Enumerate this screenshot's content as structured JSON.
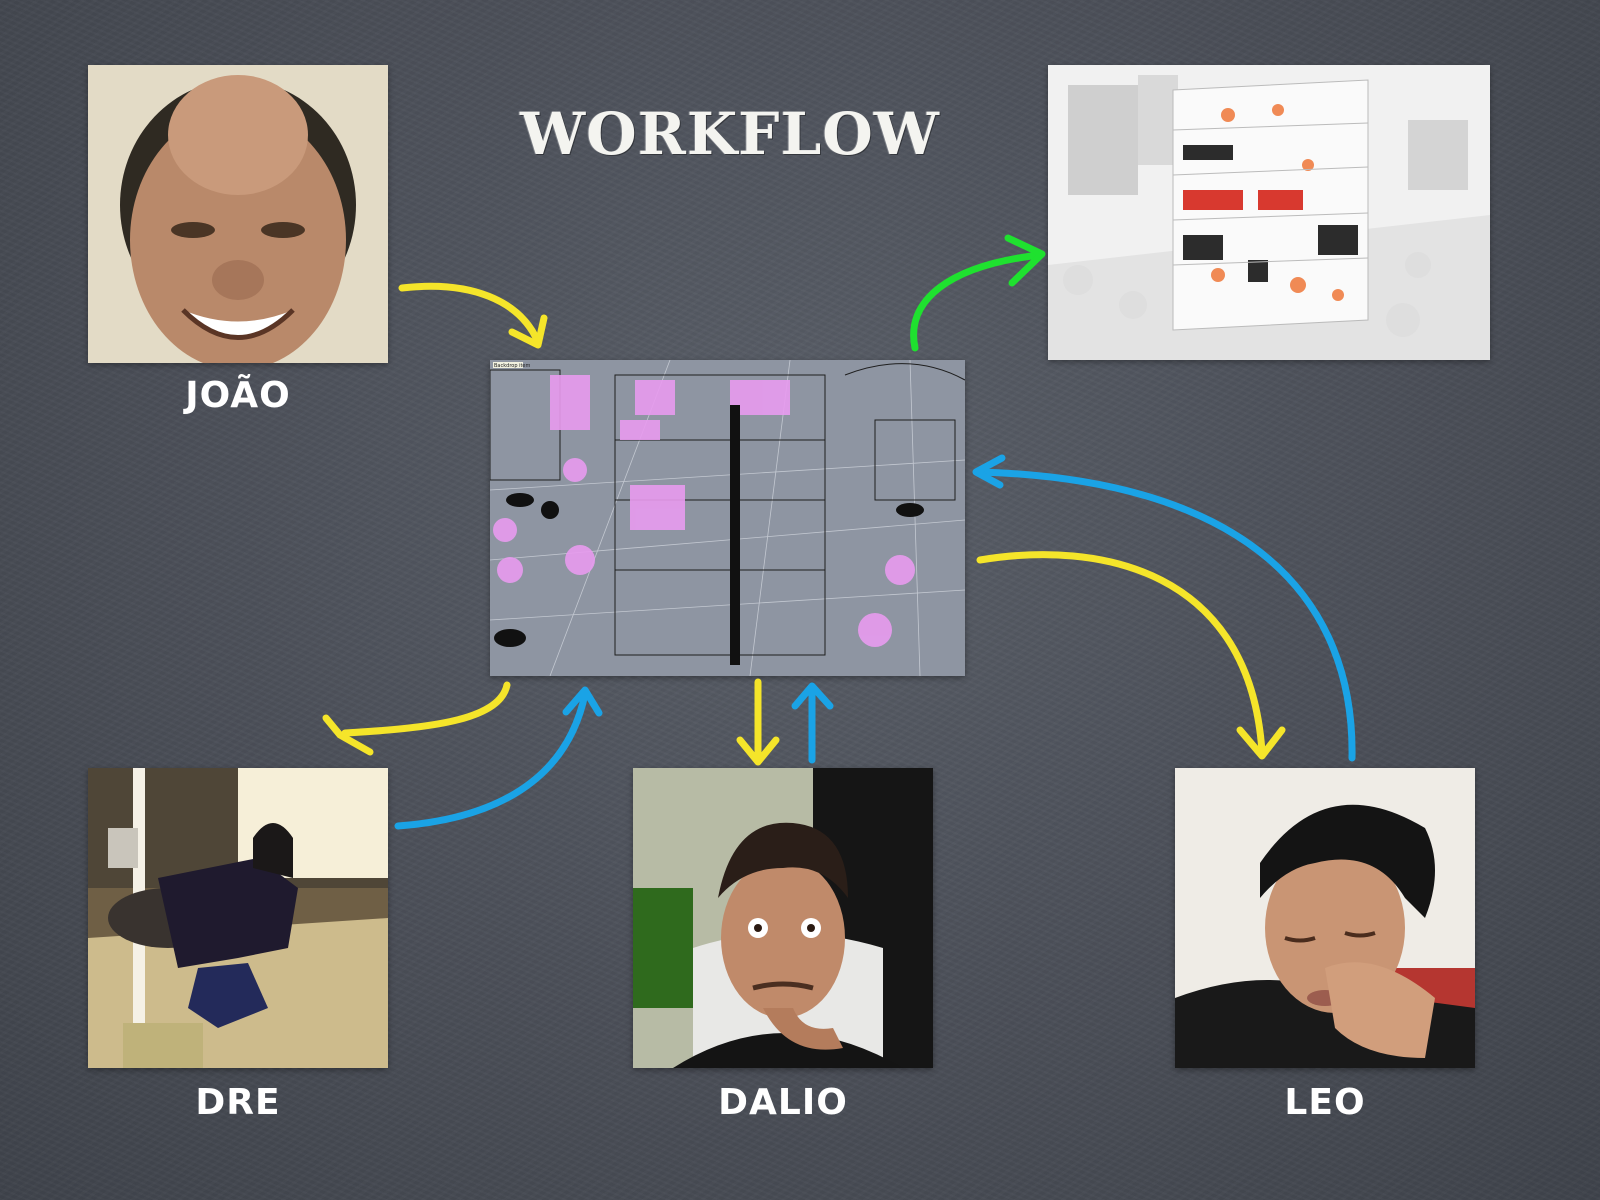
{
  "title": "WORKFLOW",
  "people": [
    {
      "id": "joao",
      "name": "JOÃO"
    },
    {
      "id": "dre",
      "name": "DRE"
    },
    {
      "id": "dalio",
      "name": "DALIO"
    },
    {
      "id": "leo",
      "name": "LEO"
    }
  ],
  "wireframe_tag": "Backdrop item",
  "colors": {
    "board": "#4b4f58",
    "arrow_yellow": "#f5e52a",
    "arrow_blue": "#1aa3e6",
    "arrow_green": "#1fe12f",
    "wire_pink": "#e89bef"
  },
  "images": [
    {
      "id": "joao",
      "icon": "portrait-photo"
    },
    {
      "id": "render",
      "icon": "rendered-building-scene"
    },
    {
      "id": "wire",
      "icon": "wireframe-scene"
    },
    {
      "id": "dre",
      "icon": "portrait-photo"
    },
    {
      "id": "dalio",
      "icon": "portrait-photo"
    },
    {
      "id": "leo",
      "icon": "portrait-photo"
    }
  ]
}
